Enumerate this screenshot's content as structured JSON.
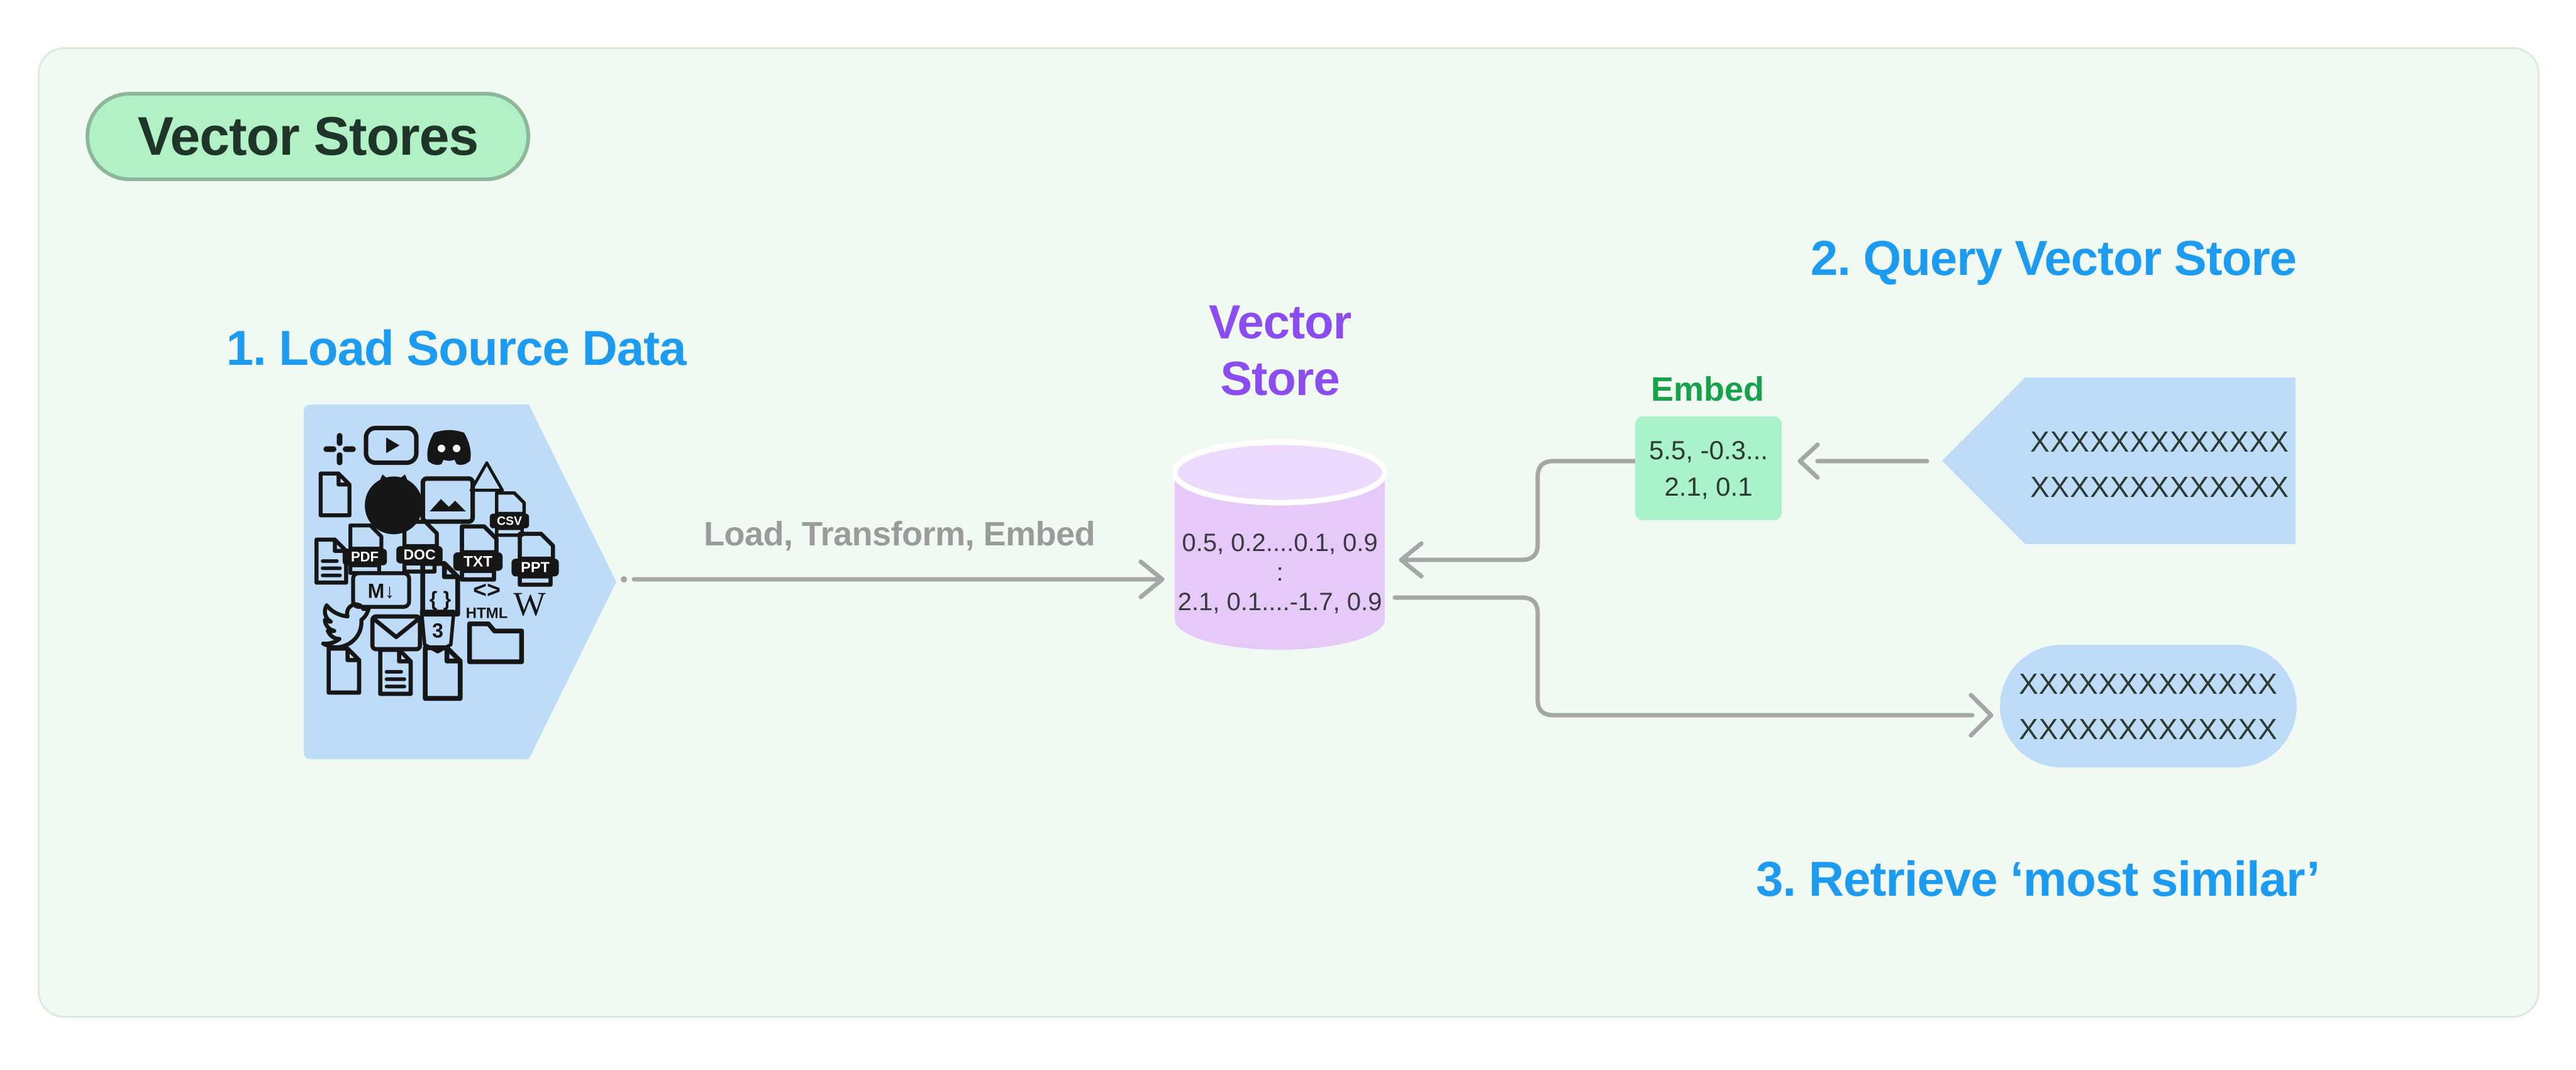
{
  "badge": {
    "label": "Vector Stores",
    "bg": "#b1f1c5",
    "border": "#8db69a",
    "text_color": "#203529"
  },
  "headings": {
    "step1": "1. Load Source Data",
    "step2": "2. Query Vector Store",
    "step3": "3. Retrieve ‘most similar’",
    "color": "#1d9bf0"
  },
  "load_arrow": {
    "label": "Load, Transform, Embed",
    "label_color": "#9b9b9b",
    "line_color": "#a6a6a6"
  },
  "vector_store": {
    "title_line1": "Vector",
    "title_line2": "Store",
    "title_color": "#8b4df2",
    "body_color": "#e5caf9",
    "cap_color": "#ecd9fb",
    "row1": "0.5, 0.2....0.1, 0.9",
    "row2": ":",
    "row3": "2.1, 0.1....-1.7, 0.9"
  },
  "embed": {
    "label": "Embed",
    "label_color": "#16a24a",
    "box_color": "#aaf2c9",
    "row1": "5.5, -0.3...",
    "row2": "2.1, 0.1"
  },
  "query_doc": {
    "row1": "XXXXXXXXXXXXX",
    "row2": "XXXXXXXXXXXXX",
    "fill": "#bedcf8"
  },
  "result_doc": {
    "row1": "XXXXXXXXXXXXX",
    "row2": "XXXXXXXXXXXXX",
    "fill": "#bedcf8"
  },
  "source_icons": [
    {
      "name": "slack-icon",
      "label": ""
    },
    {
      "name": "youtube-icon",
      "label": ""
    },
    {
      "name": "discord-icon",
      "label": ""
    },
    {
      "name": "file-icon",
      "label": ""
    },
    {
      "name": "github-icon",
      "label": ""
    },
    {
      "name": "image-icon",
      "label": ""
    },
    {
      "name": "google-drive-icon",
      "label": ""
    },
    {
      "name": "csv-file-icon",
      "label": "CSV"
    },
    {
      "name": "document-lines-icon",
      "label": ""
    },
    {
      "name": "pdf-file-icon",
      "label": "PDF"
    },
    {
      "name": "doc-file-icon",
      "label": "DOC"
    },
    {
      "name": "txt-file-icon",
      "label": "TXT"
    },
    {
      "name": "ppt-file-icon",
      "label": "PPT"
    },
    {
      "name": "markdown-icon",
      "label": "M↓"
    },
    {
      "name": "json-file-icon",
      "label": "{ }"
    },
    {
      "name": "html-icon",
      "label": "HTML"
    },
    {
      "name": "wikipedia-icon",
      "label": "W"
    },
    {
      "name": "twitter-icon",
      "label": ""
    },
    {
      "name": "email-icon",
      "label": ""
    },
    {
      "name": "css3-icon",
      "label": "3"
    },
    {
      "name": "folder-icon",
      "label": ""
    },
    {
      "name": "file-icon",
      "label": ""
    },
    {
      "name": "document-lines-icon",
      "label": ""
    },
    {
      "name": "file-icon",
      "label": ""
    }
  ]
}
